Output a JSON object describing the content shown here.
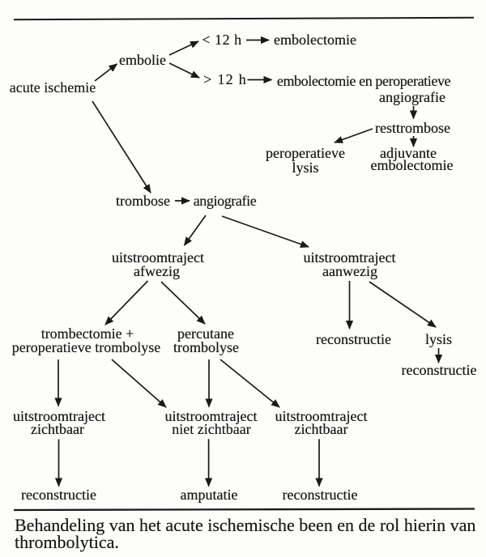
{
  "figure": {
    "type": "flowchart",
    "language": "nl",
    "ink_color": "#1b1a18",
    "background_color": "#fdfdfb",
    "nodes": {
      "acute_ischemie": {
        "label": "acute ischemie"
      },
      "embolie": {
        "label": "embolie"
      },
      "under_12h": {
        "label": "< 12 h"
      },
      "embolectomie_top": {
        "label": "embolectomie"
      },
      "over_12h": {
        "label": "> 12 h"
      },
      "embolectomie_peroperatieve": {
        "line1": "embolectomie en peroperatieve",
        "line2": "angiografie"
      },
      "resttrombose": {
        "label": "resttrombose"
      },
      "peroperatieve_lysis": {
        "line1": "peroperatieve",
        "line2": "lysis"
      },
      "adjuvante_embolectomie": {
        "line1": "adjuvante",
        "line2": "embolectomie"
      },
      "trombose": {
        "label": "trombose"
      },
      "angiografie": {
        "label": "angiografie"
      },
      "uitstroomtraject_afwezig": {
        "line1": "uitstroomtraject",
        "line2": "afwezig"
      },
      "uitstroomtraject_aanwezig": {
        "line1": "uitstroomtraject",
        "line2": "aanwezig"
      },
      "trombectomie_peroperatieve": {
        "line1": "trombectomie +",
        "line2": "peroperatieve trombolyse"
      },
      "percutane_trombolyse": {
        "line1": "percutane",
        "line2": "trombolyse"
      },
      "reconstructie_aanwezig": {
        "label": "reconstructie"
      },
      "lysis": {
        "label": "lysis"
      },
      "reconstructie_na_lysis": {
        "label": "reconstructie"
      },
      "uitstroom_zichtbaar_links": {
        "line1": "uitstroomtraject",
        "line2": "zichtbaar"
      },
      "uitstroom_niet_zichtbaar": {
        "line1": "uitstroomtraject",
        "line2": "niet zichtbaar"
      },
      "uitstroom_zichtbaar_rechts": {
        "line1": "uitstroomtraject",
        "line2": "zichtbaar"
      },
      "reconstructie_links": {
        "label": "reconstructie"
      },
      "amputatie": {
        "label": "amputatie"
      },
      "reconstructie_rechts": {
        "label": "reconstructie"
      }
    },
    "caption": "Behandeling van het acute ischemische been en de rol hierin van thrombolytica."
  }
}
